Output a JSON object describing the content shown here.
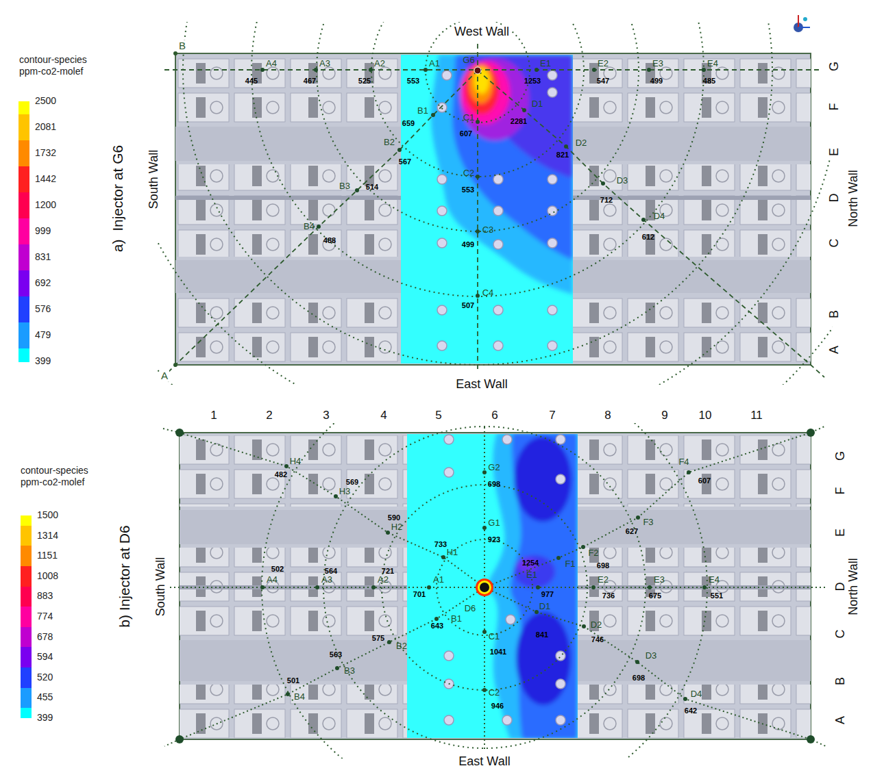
{
  "diagram": {
    "labels": [
      "contour-species",
      "ppm-co2-molef",
      "West Wall",
      "East Wall",
      "South Wall",
      "North Wall",
      "a)  Injector at G6",
      "B",
      "A",
      "G",
      "F",
      "E",
      "D",
      "C",
      "B",
      "A",
      "A4",
      "445",
      "A3",
      "467",
      "A2",
      "525",
      "A1",
      "553",
      "E1",
      "1253",
      "E2",
      "547",
      "E3",
      "499",
      "E4",
      "485",
      "G6",
      "B1",
      "659",
      "C1",
      "607",
      "D1",
      "2281",
      "B2",
      "567",
      "D2",
      "821",
      "B3",
      "514",
      "C2",
      "553",
      "D3",
      "712",
      "B4",
      "488",
      "D4",
      "612",
      "C3",
      "499",
      "C4",
      "507",
      "contour-species",
      "ppm-co2-molef",
      "1",
      "2",
      "3",
      "4",
      "5",
      "6",
      "7",
      "8",
      "9",
      "10",
      "11",
      "b) Injector at D6",
      "South Wall",
      "North Wall",
      "East Wall",
      "G",
      "F",
      "E",
      "D",
      "C",
      "B",
      "A",
      "H4",
      "482",
      "H3",
      "569",
      "H2",
      "590",
      "H1",
      "733",
      "G2",
      "698",
      "G1",
      "923",
      "F4",
      "607",
      "F3",
      "627",
      "F2",
      "698",
      "F1",
      "1254",
      "E1",
      "977",
      "E2",
      "736",
      "E3",
      "675",
      "E4",
      "551",
      "A1",
      "701",
      "A2",
      "721",
      "A3",
      "564",
      "A4",
      "502",
      "D6",
      "B1",
      "643",
      "B2",
      "575",
      "B3",
      "563",
      "B4",
      "501",
      "C1",
      "1041",
      "C2",
      "946",
      "D1",
      "841",
      "D2",
      "746",
      "D3",
      "698",
      "D4",
      "642"
    ],
    "legend": [
      {
        "text": "2500",
        "color": "#ffff00"
      },
      {
        "text": "2081",
        "color": "#ffc400"
      },
      {
        "text": "1732",
        "color": "#ff8a00"
      },
      {
        "text": "1442",
        "color": "#ff2020"
      },
      {
        "text": "1200",
        "color": "#ff0050"
      },
      {
        "text": "999",
        "color": "#ff00a0"
      },
      {
        "text": "831",
        "color": "#c000d0"
      },
      {
        "text": "692",
        "color": "#7a00f0"
      },
      {
        "text": "576",
        "color": "#2040ff"
      },
      {
        "text": "479",
        "color": "#1a9cff"
      },
      {
        "text": "399",
        "color": "#00ffff"
      },
      {
        "text": "1500",
        "color": "#ffff00"
      },
      {
        "text": "1314",
        "color": "#ffc400"
      },
      {
        "text": "1151",
        "color": "#ff8a00"
      },
      {
        "text": "1008",
        "color": "#ff2020"
      },
      {
        "text": "883",
        "color": "#ff0050"
      },
      {
        "text": "774",
        "color": "#ff00a0"
      },
      {
        "text": "678",
        "color": "#c000d0"
      },
      {
        "text": "594",
        "color": "#7a00f0"
      },
      {
        "text": "520",
        "color": "#2040ff"
      },
      {
        "text": "455",
        "color": "#1a9cff"
      },
      {
        "text": "399",
        "color": "#00ffff"
      }
    ]
  }
}
